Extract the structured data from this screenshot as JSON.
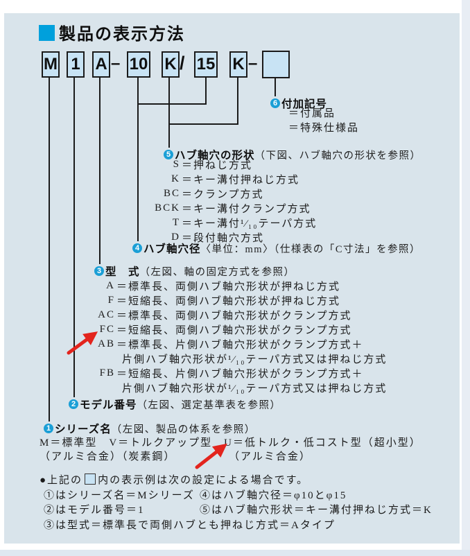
{
  "colors": {
    "panel_bg": "#d9e4eb",
    "box_fill": "#c8e3f4",
    "accent_blue": "#00a0dc",
    "circle_blue": "#1b9fd6",
    "arrow_red": "#e3241d",
    "line_black": "#1a1a1a",
    "side_strip": "#e8edf4",
    "bottom_strip": "#dfe8f1"
  },
  "title": "製品の表示方法",
  "code": {
    "box1": "M",
    "box2": "1",
    "box3": "A",
    "sep1": "–",
    "box4": "10",
    "box5": "K",
    "sep2": "/",
    "box6": "15",
    "box7": "K",
    "sep3": "–",
    "box8": ""
  },
  "sections": {
    "s6": {
      "num": "6",
      "title": "付加記号",
      "note": "",
      "items": [
        {
          "text": "＝付属品"
        },
        {
          "text": "＝特殊仕様品"
        }
      ]
    },
    "s5": {
      "num": "5",
      "title": "ハブ軸穴の形状",
      "note": "（下図、ハブ軸穴の形状を参照）",
      "items": [
        {
          "code": "S",
          "desc": "＝押ねじ方式"
        },
        {
          "code": "K",
          "desc": "＝キー溝付押ねじ方式"
        },
        {
          "code": "BC",
          "desc": "＝クランプ方式"
        },
        {
          "code": "BCK",
          "desc": "＝キー溝付クランプ方式"
        },
        {
          "code": "T",
          "desc": "＝キー溝付¹⁄₁₀テーパ方式"
        },
        {
          "code": "D",
          "desc": "＝段付軸穴方式"
        }
      ]
    },
    "s4": {
      "num": "4",
      "title": "ハブ軸穴径",
      "note": "〈単位：mm〉（仕様表の「C寸法」を参照）"
    },
    "s3": {
      "num": "3",
      "title": "型　式",
      "note": "（左図、軸の固定方式を参照）",
      "items": [
        {
          "code": "A",
          "desc": "＝標準長、両側ハブ軸穴形状が押ねじ方式",
          "cont": ""
        },
        {
          "code": "F",
          "desc": "＝短縮長、両側ハブ軸穴形状が押ねじ方式",
          "cont": ""
        },
        {
          "code": "AC",
          "desc": "＝標準長、両側ハブ軸穴形状がクランプ方式",
          "cont": ""
        },
        {
          "code": "FC",
          "desc": "＝短縮長、両側ハブ軸穴形状がクランプ方式",
          "cont": ""
        },
        {
          "code": "AB",
          "desc": "＝標準長、片側ハブ軸穴形状がクランプ方式＋",
          "cont": "片側ハブ軸穴形状が¹⁄₁₀テーパ方式又は押ねじ方式"
        },
        {
          "code": "FB",
          "desc": "＝短縮長、片側ハブ軸穴形状がクランプ方式＋",
          "cont": "片側ハブ軸穴形状が¹⁄₁₀テーパ方式又は押ねじ方式"
        }
      ]
    },
    "s2": {
      "num": "2",
      "title": "モデル番号",
      "note": "（左図、選定基準表を参照）"
    },
    "s1": {
      "num": "1",
      "title": "シリーズ名",
      "note": "（左図、製品の体系を参照）",
      "line1": "M＝標準型　V＝トルクアップ型　U＝低トルク・低コスト型（超小型）",
      "line2a": "（アルミ合金）（炭素鋼）",
      "line2b": "（アルミ合金）"
    }
  },
  "footnote": {
    "bullet_pre": "●上記の",
    "bullet_post": "内の表示例は次の設定による場合です。",
    "rows": [
      {
        "c1": "①はシリーズ名＝Mシリーズ",
        "c2": "④はハブ軸穴径＝φ10とφ15"
      },
      {
        "c1": "②はモデル番号＝1",
        "c2": "⑤はハブ軸穴形状＝キー溝付押ねじ方式＝K"
      },
      {
        "c1": "③は型式＝標準長で両側ハブとも押ねじ方式＝Aタイプ",
        "c2": ""
      }
    ]
  }
}
